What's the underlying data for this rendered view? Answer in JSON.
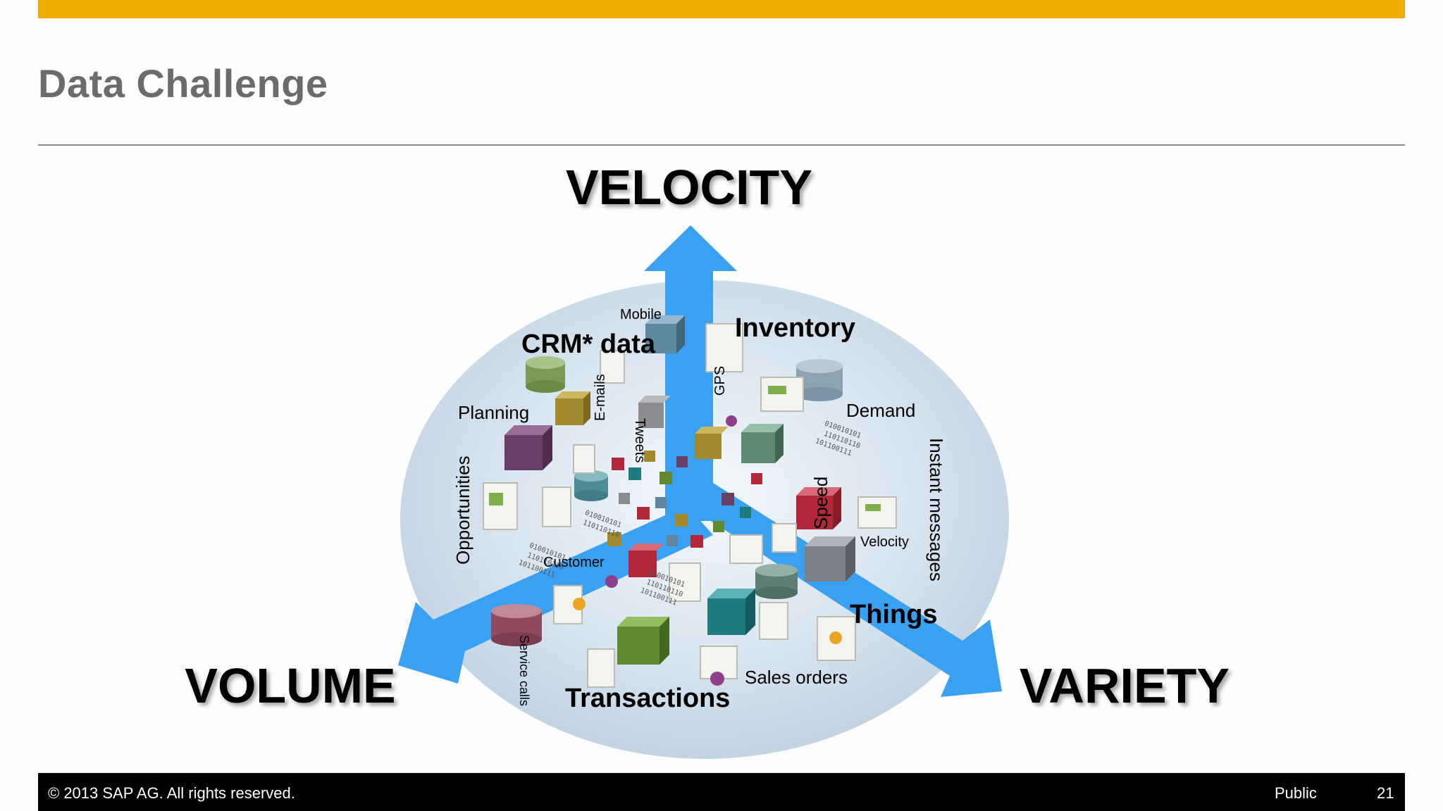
{
  "slide": {
    "title": "Data Challenge"
  },
  "diagram": {
    "axes": {
      "top": "VELOCITY",
      "left": "VOLUME",
      "right": "VARIETY"
    },
    "labels": {
      "mobile": "Mobile",
      "crm": "CRM* data",
      "inventory": "Inventory",
      "planning": "Planning",
      "demand": "Demand",
      "emails": "E-mails",
      "gps": "GPS",
      "tweets": "Tweets",
      "opportunities": "Opportunities",
      "instant_messages": "Instant messages",
      "speed": "Speed",
      "velocity_small": "Velocity",
      "customer": "Customer",
      "things": "Things",
      "service_calls": "Service calls",
      "sales_orders": "Sales orders",
      "transactions": "Transactions"
    },
    "binary": {
      "line1": "010010101",
      "line2": "110110110",
      "line3": "101100111"
    },
    "colors": {
      "arrow": "#3aa0f0",
      "ellipse": "#c9d9e8"
    }
  },
  "footer": {
    "copyright": "© 2013 SAP AG. All rights reserved.",
    "classification": "Public",
    "page_number": "21"
  }
}
